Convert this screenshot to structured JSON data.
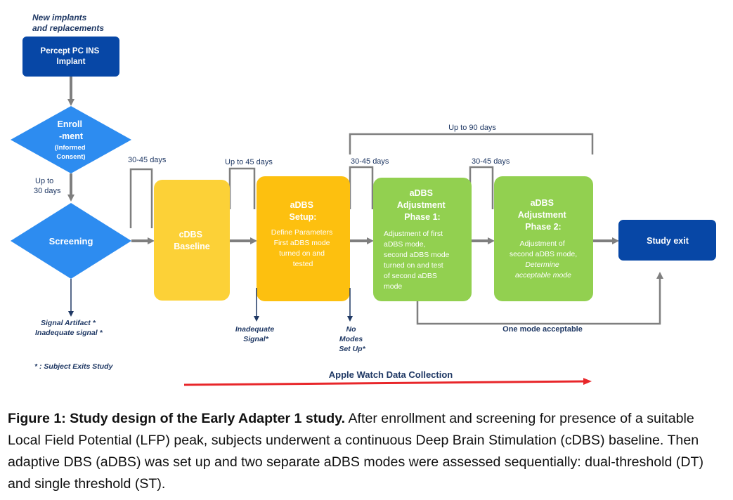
{
  "new_implants_label": [
    "New implants",
    "and replacements"
  ],
  "nodes": {
    "implant": {
      "lines": [
        "Percept PC INS",
        "Implant"
      ],
      "color": "#0747a6"
    },
    "enrollment": {
      "lines": [
        "Enroll",
        "-ment"
      ],
      "sub_lines": [
        "(Informed",
        "Consent)"
      ],
      "color": "#2d8cf0"
    },
    "screening": {
      "label": "Screening",
      "color": "#2d8cf0"
    },
    "cdbs": {
      "lines": [
        "cDBS",
        "Baseline"
      ],
      "color": "#fcd137"
    },
    "setup": {
      "title": [
        "aDBS",
        "Setup:"
      ],
      "body": [
        "Define Parameters",
        "First aDBS mode",
        "turned on and",
        "tested"
      ],
      "color": "#fdc00f"
    },
    "phase1": {
      "title": [
        "aDBS",
        "Adjustment",
        "Phase 1:"
      ],
      "body": [
        "Adjustment of first",
        "aDBS mode,",
        "second aDBS mode",
        "turned on and test",
        "of second aDBS",
        "mode"
      ],
      "color": "#92d050"
    },
    "phase2": {
      "title": [
        "aDBS",
        "Adjustment",
        "Phase 2:"
      ],
      "body": [
        "Adjustment of",
        "second aDBS mode,"
      ],
      "body_italic": [
        "Determine",
        "acceptable mode"
      ],
      "color": "#92d050"
    },
    "exit": {
      "label": "Study exit",
      "color": "#0747a6"
    }
  },
  "durations": {
    "up_to_30": [
      "Up to",
      "30 days"
    ],
    "d_30_45_a": "30-45 days",
    "d_up_to_45": "Up to 45 days",
    "d_30_45_b": "30-45 days",
    "d_30_45_c": "30-45 days",
    "d_up_to_90": "Up to 90 days"
  },
  "exits": {
    "screening": [
      "Signal Artifact *",
      "Inadequate signal *"
    ],
    "cdbs": [
      "Inadequate",
      "Signal*"
    ],
    "setup": [
      "No",
      "Modes",
      "Set Up*"
    ]
  },
  "footnote": "* : Subject Exits Study",
  "one_mode": "One mode acceptable",
  "apple_watch": "Apple Watch Data Collection",
  "caption": {
    "bold": "Figure 1: Study design of the Early Adapter 1 study.",
    "text": " After enrollment and screening for presence of a suitable Local Field Potential (LFP) peak, subjects underwent a continuous Deep Brain Stimulation (cDBS) baseline. Then adaptive DBS (aDBS) was set up and two separate aDBS modes were assessed sequentially: dual-threshold (DT) and single threshold (ST)."
  }
}
